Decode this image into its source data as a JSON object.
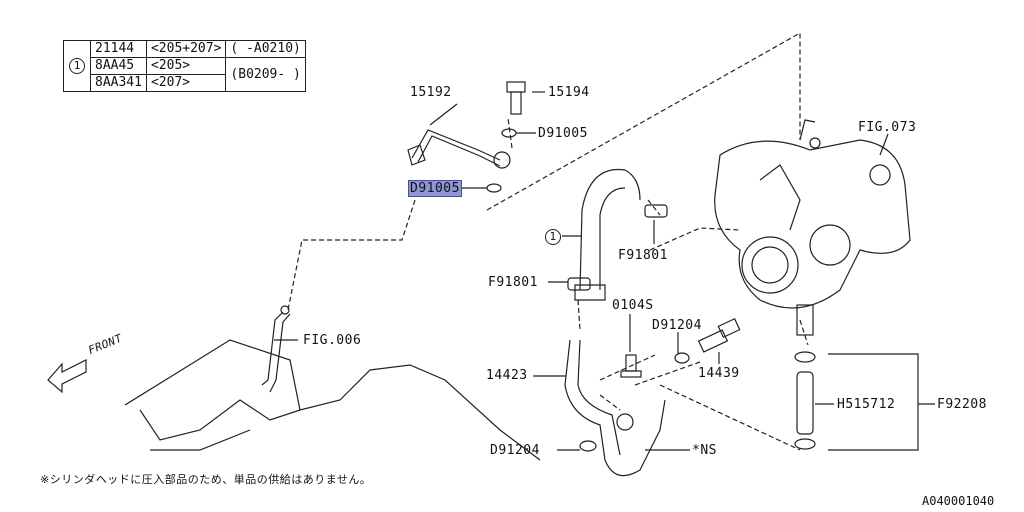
{
  "table": {
    "ref_mark": "1",
    "rows": [
      {
        "part": "21144",
        "model": "<205+207>",
        "date": "( -A0210)"
      },
      {
        "part": "8AA45",
        "model": "<205>",
        "date": "(B0209- )"
      },
      {
        "part": "8AA341",
        "model": "<207>"
      }
    ]
  },
  "labels": {
    "p15192": "15192",
    "p15194": "15194",
    "d91005_top": "D91005",
    "d91005_sel": "D91005",
    "ref1": "1",
    "f91801_right": "F91801",
    "f91801_left": "F91801",
    "fig073": "FIG.073",
    "fig006": "FIG.006",
    "front": "FRONT",
    "p0104s": "0104S",
    "d91204_top": "D91204",
    "p14439": "14439",
    "p14423": "14423",
    "h515712": "H515712",
    "f92208": "F92208",
    "d91204_bottom": "D91204",
    "ns": "*NS"
  },
  "note": "※シリンダヘッドに圧入部品のため、単品の供給はありません。",
  "diagram_code": "A040001040",
  "colors": {
    "highlight": "#8f96d8",
    "line": "#222222"
  }
}
